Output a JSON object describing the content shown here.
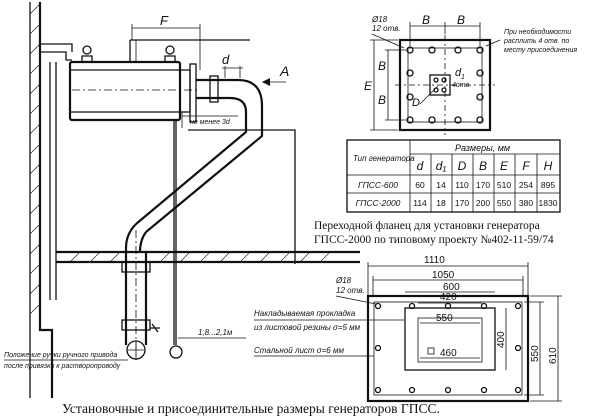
{
  "left_view": {
    "label_F": "F",
    "label_d": "d",
    "label_A": "A",
    "label_gap": "не менее 3d",
    "label_drop": "1,8...2,1м",
    "note_line1": "Положение ручки ручного привода",
    "note_line2": "после привязки к растворопроводу"
  },
  "flange": {
    "holes_label": "Ø18",
    "holes_count": "12 отв.",
    "label_B": "B",
    "label_E": "E",
    "label_D": "D",
    "label_d1": "d",
    "label_d1_sub": "1",
    "label_hole": "4отв.",
    "note_line1": "При необходимости",
    "note_line2": "расплить 4 отв. по",
    "note_line3": "месту присоединения"
  },
  "dim_table": {
    "header_type": "Тип генератора",
    "header_sizes": "Размеры, мм",
    "columns": [
      "d",
      "d₁",
      "D",
      "B",
      "E",
      "F",
      "H"
    ],
    "rows": [
      {
        "type": "ГПСС-600",
        "values": [
          "60",
          "14",
          "110",
          "170",
          "510",
          "254",
          "895"
        ]
      },
      {
        "type": "ГПСС-2000",
        "values": [
          "114",
          "18",
          "170",
          "200",
          "550",
          "380",
          "1830"
        ]
      }
    ]
  },
  "caption_flange_line1": "Переходной фланец для установки генератора",
  "caption_flange_line2": "ГПСС-2000 по типовому проекту №402-11-59/74",
  "base_plate": {
    "dim_1110": "1110",
    "dim_1050": "1050",
    "dim_600": "600",
    "dim_420": "420",
    "dim_550_top": "550",
    "dim_460": "460",
    "dim_400": "400",
    "dim_550_right": "550",
    "dim_610": "610",
    "holes_label": "Ø18",
    "holes_count": "12 отв.",
    "pad_line1": "Накладываемая прокладка",
    "pad_line2": "из листовой резины σ=5 мм",
    "steel_label": "Стальной лист σ=6 мм"
  },
  "caption_main": "Установочные и присоединительные размеры генераторов ГПСС."
}
